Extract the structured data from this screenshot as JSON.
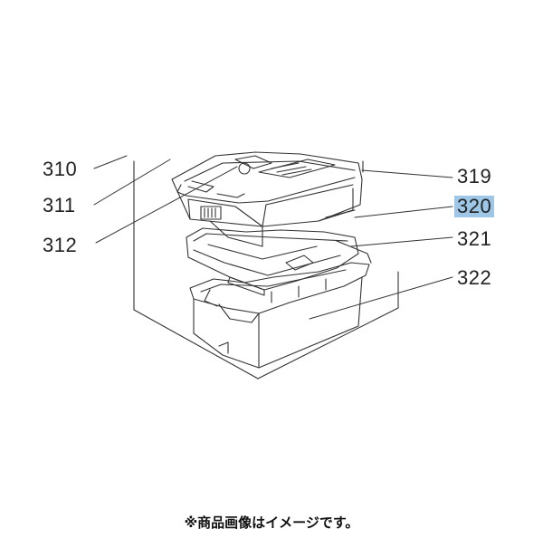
{
  "parts": {
    "p310": "310",
    "p311": "311",
    "p312": "312",
    "p319": "319",
    "p320": "320",
    "p321": "321",
    "p322": "322"
  },
  "highlight_color": "#9ec6e6",
  "note": "※商品画像はイメージです。"
}
